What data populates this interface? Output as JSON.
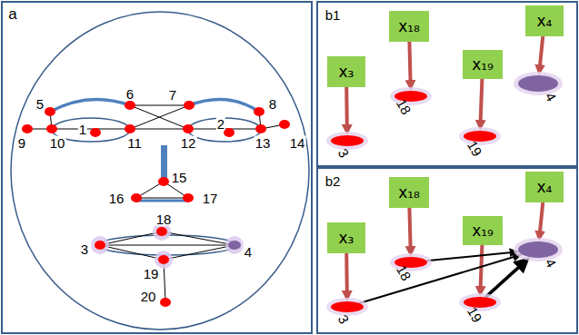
{
  "diagram": {
    "nodes": [
      {
        "text": [
          "x₃"
        ]
      },
      {
        "text": [
          "x₁₈"
        ]
      },
      {
        "text": [
          "x₁₉"
        ]
      },
      {
        "text": [
          "x₄"
        ]
      },
      {
        "text": [
          "3"
        ]
      },
      {
        "text": [
          "18"
        ]
      },
      {
        "text": [
          "19"
        ]
      },
      {
        "text": [
          "4"
        ]
      },
      {
        "text": [
          "x₃"
        ]
      },
      {
        "text": [
          "x₁₈"
        ]
      },
      {
        "text": [
          "x₁₉"
        ]
      },
      {
        "text": [
          "x₄"
        ]
      },
      {
        "text": [
          "3"
        ]
      },
      {
        "text": [
          "18"
        ]
      },
      {
        "text": [
          "19"
        ]
      },
      {
        "text": [
          "4"
        ]
      }
    ],
    "edges": [
      {
        "from": 0,
        "to": 4,
        "arrow": "to"
      },
      {
        "from": 1,
        "to": 5,
        "arrow": "to"
      },
      {
        "from": 2,
        "to": 6,
        "arrow": "to"
      },
      {
        "from": 3,
        "to": 7,
        "arrow": "to"
      },
      {
        "from": 8,
        "to": 12,
        "arrow": "to"
      },
      {
        "from": 9,
        "to": 13,
        "arrow": "to"
      },
      {
        "from": 10,
        "to": 14,
        "arrow": "to"
      },
      {
        "from": 11,
        "to": 15,
        "arrow": "to"
      },
      {
        "from": 13,
        "to": 15,
        "arrow": "to"
      },
      {
        "from": 12,
        "to": 15,
        "arrow": "to"
      },
      {
        "from": 14,
        "to": 15,
        "arrow": "to"
      }
    ],
    "labels": [
      "a",
      "5",
      "6",
      "7",
      "8",
      "9",
      "10",
      "1",
      "11",
      "12",
      "2",
      "13",
      "14",
      "15",
      "16",
      "17",
      "18",
      "3",
      "4",
      "19",
      "20",
      "b1",
      "b2"
    ]
  }
}
